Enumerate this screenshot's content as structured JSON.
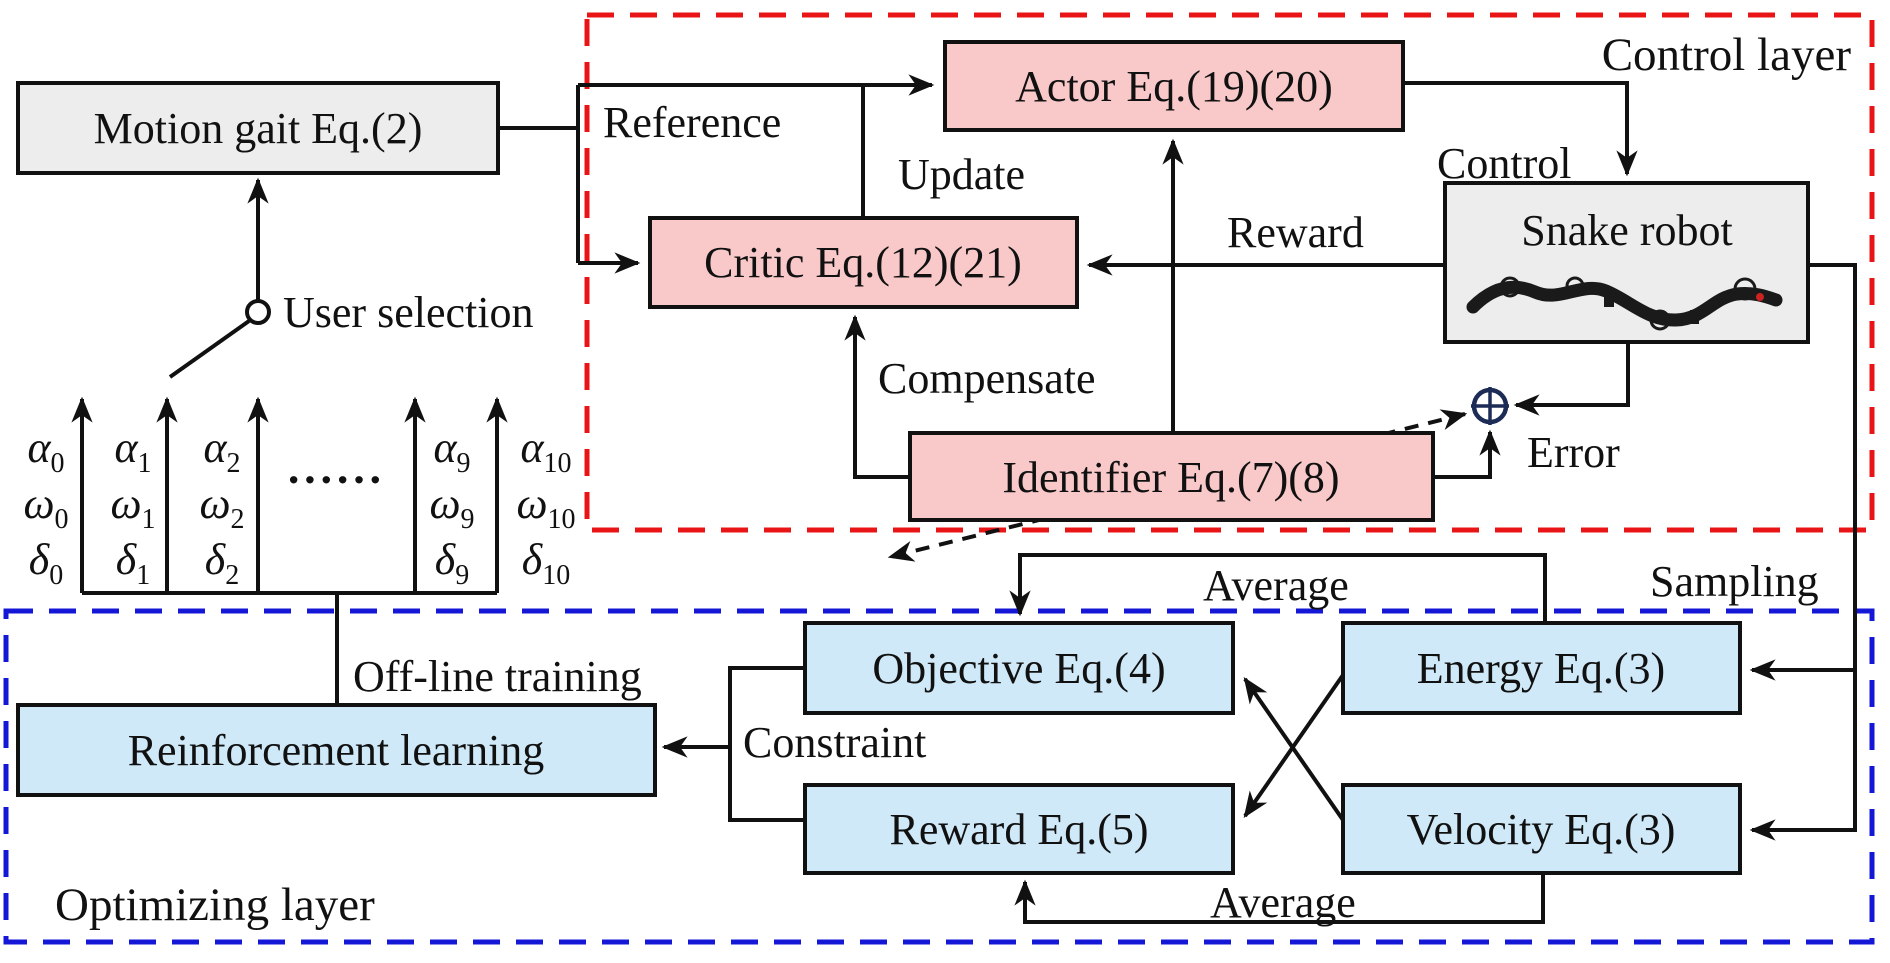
{
  "title": "Snake robot control architecture diagram",
  "colors": {
    "pink": "#f9c9ca",
    "gray": "#ededed",
    "blue_fill": "#cfe9f8",
    "red_frame": "#e81416",
    "blue_frame": "#1517d6",
    "line": "#111111",
    "sum_circle": "#1d2c56",
    "snake_body": "#1a1a1a",
    "snake_led": "#cc2222"
  },
  "layers": {
    "control": {
      "label": "Control layer"
    },
    "optimizing": {
      "label": "Optimizing layer"
    }
  },
  "nodes": {
    "motion_gait": {
      "label": "Motion gait Eq.(2)"
    },
    "actor": {
      "label": "Actor Eq.(19)(20)"
    },
    "critic": {
      "label": "Critic Eq.(12)(21)"
    },
    "snake_robot": {
      "label": "Snake robot"
    },
    "identifier": {
      "label": "Identifier Eq.(7)(8)"
    },
    "objective": {
      "label": "Objective Eq.(4)"
    },
    "energy": {
      "label": "Energy Eq.(3)"
    },
    "reward_eq": {
      "label": "Reward Eq.(5)"
    },
    "velocity": {
      "label": "Velocity Eq.(3)"
    },
    "reinforcement_learning": {
      "label": "Reinforcement learning"
    }
  },
  "edge_labels": {
    "reference": "Reference",
    "update": "Update",
    "control": "Control",
    "reward": "Reward",
    "compensate": "Compensate",
    "error": "Error",
    "sampling": "Sampling",
    "average_top": "Average",
    "average_bottom": "Average",
    "offline_training": "Off-line training",
    "constraint": "Constraint",
    "user_selection": "User selection"
  },
  "params": {
    "dots": "······",
    "columns": [
      {
        "rows": [
          {
            "base": "α",
            "sub": "0"
          },
          {
            "base": "ω",
            "sub": "0"
          },
          {
            "base": "δ",
            "sub": "0"
          }
        ]
      },
      {
        "rows": [
          {
            "base": "α",
            "sub": "1"
          },
          {
            "base": "ω",
            "sub": "1"
          },
          {
            "base": "δ",
            "sub": "1"
          }
        ]
      },
      {
        "rows": [
          {
            "base": "α",
            "sub": "2"
          },
          {
            "base": "ω",
            "sub": "2"
          },
          {
            "base": "δ",
            "sub": "2"
          }
        ]
      },
      {
        "rows": [
          {
            "base": "α",
            "sub": "9"
          },
          {
            "base": "ω",
            "sub": "9"
          },
          {
            "base": "δ",
            "sub": "9"
          }
        ]
      },
      {
        "rows": [
          {
            "base": "α",
            "sub": "10"
          },
          {
            "base": "ω",
            "sub": "10"
          },
          {
            "base": "δ",
            "sub": "10"
          }
        ]
      }
    ]
  }
}
